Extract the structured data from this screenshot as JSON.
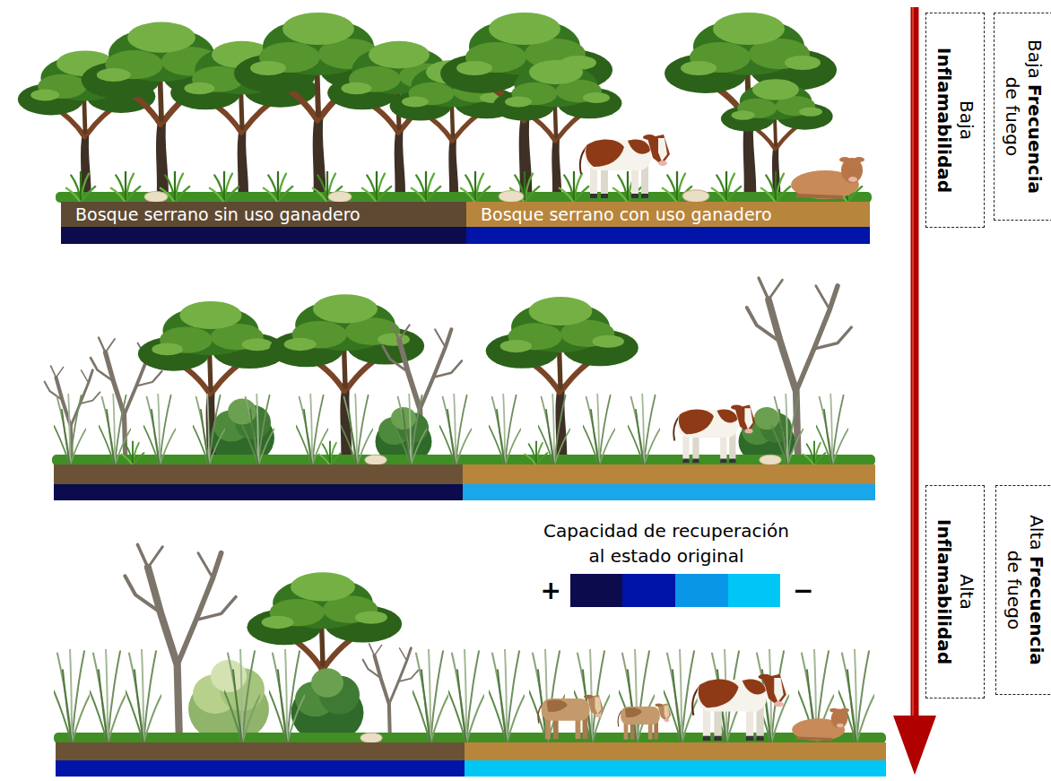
{
  "diagram": {
    "nodes": [
      {
        "text": [
          "Bosque serrano sin uso ganadero"
        ]
      },
      {
        "text": [
          "Bosque serrano con uso ganadero"
        ]
      },
      {
        "text": [
          "Baja Frecuencia de fuego"
        ]
      },
      {
        "text": [
          "Baja Inflamabilidad"
        ]
      },
      {
        "text": [
          "Alta Frecuencia de fuego"
        ]
      },
      {
        "text": [
          "Alta Inflamabilidad"
        ]
      }
    ],
    "labels": [
      "Capacidad de recuperación al estado original"
    ],
    "legend": [
      {
        "text": "+",
        "color": "#0b0b4d"
      },
      {
        "text": "−",
        "color": "#00c6f5"
      }
    ]
  }
}
